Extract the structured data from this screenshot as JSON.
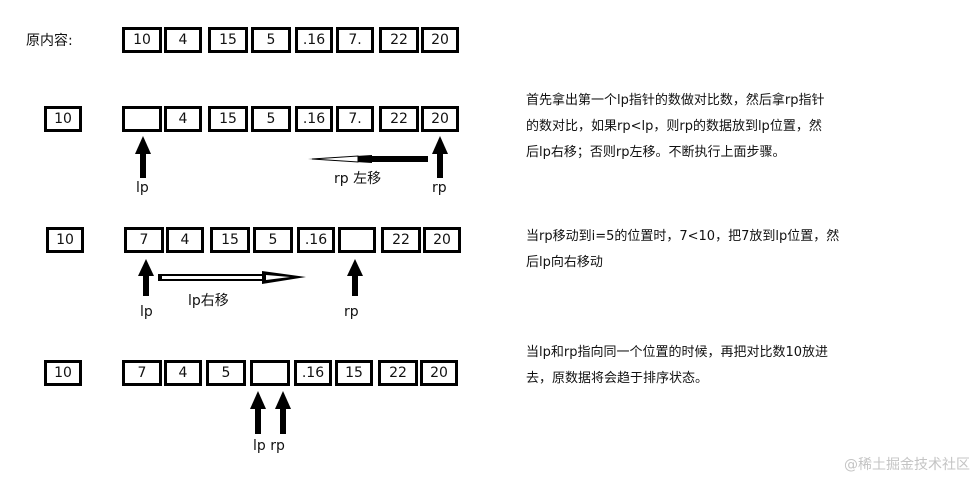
{
  "original": {
    "label": "原内容:",
    "cells": [
      "10",
      "4",
      "15",
      "5",
      ".16",
      "7.",
      "22",
      "20"
    ]
  },
  "step1": {
    "pivot": "10",
    "cells": [
      "",
      "4",
      "15",
      "5",
      ".16",
      "7.",
      "22",
      "20"
    ],
    "lp_label": "lp",
    "rp_label": "rp",
    "move_label": "rp 左移",
    "desc": [
      "首先拿出第一个lp指针的数做对比数，然后拿rp指针",
      "的数对比，如果rp<lp，则rp的数据放到lp位置，然",
      "后lp右移；否则rp左移。不断执行上面步骤。"
    ]
  },
  "step2": {
    "pivot": "10",
    "cells": [
      "7",
      "4",
      "15",
      "5",
      ".16",
      "",
      "22",
      "20"
    ],
    "lp_label": "lp",
    "rp_label": "rp",
    "move_label": "lp右移",
    "desc": [
      "当rp移动到i=5的位置时，7<10，把7放到lp位置，然",
      "后lp向右移动"
    ]
  },
  "step3": {
    "pivot": "10",
    "cells": [
      "7",
      "4",
      "5",
      "",
      ".16",
      "15",
      "22",
      "20"
    ],
    "pointer_label": "lp rp",
    "desc": [
      "当lp和rp指向同一个位置的时候，再把对比数10放进",
      "去，原数据将会趋于排序状态。"
    ]
  },
  "watermark": "@稀土掘金技术社区"
}
